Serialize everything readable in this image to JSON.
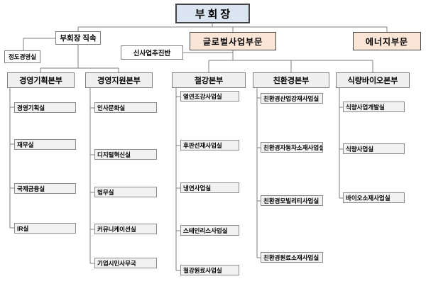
{
  "colors": {
    "root_fill": "#dbe5f1",
    "division_fill": "#fbe5d6",
    "dept_fill": "#efefef",
    "team_fill": "#f2f2f2",
    "line": "#7f7f7f"
  },
  "root": {
    "label": "부회장"
  },
  "top_units": {
    "direct": {
      "label": "부회장 직속"
    },
    "ethics": {
      "label": "정도경영실"
    },
    "new_business": {
      "label": "신사업추진반"
    },
    "global": {
      "label": "글로벌사업부문"
    },
    "energy": {
      "label": "에너지부문"
    }
  },
  "departments": [
    {
      "name": "경영기획본부",
      "teams": [
        "경영기획실",
        "재무실",
        "국제금융실",
        "IR실"
      ]
    },
    {
      "name": "경영지원본부",
      "teams": [
        "인사문화실",
        "디지털혁신실",
        "법무실",
        "커뮤니케이션실",
        "기업시민사무국"
      ]
    },
    {
      "name": "철강본부",
      "teams": [
        "열연조강사업실",
        "후판선재사업실",
        "냉연사업실",
        "스테인리스사업실",
        "철강원료사업실"
      ]
    },
    {
      "name": "친환경본부",
      "teams": [
        "친환경산업강재사업실",
        "친환경자동차소재사업실",
        "친환경모빌리티사업실",
        "친환경원료소재사업실"
      ]
    },
    {
      "name": "식량바이오본부",
      "teams": [
        "식량사업개발실",
        "식량사업실",
        "바이오소재사업실"
      ]
    }
  ]
}
